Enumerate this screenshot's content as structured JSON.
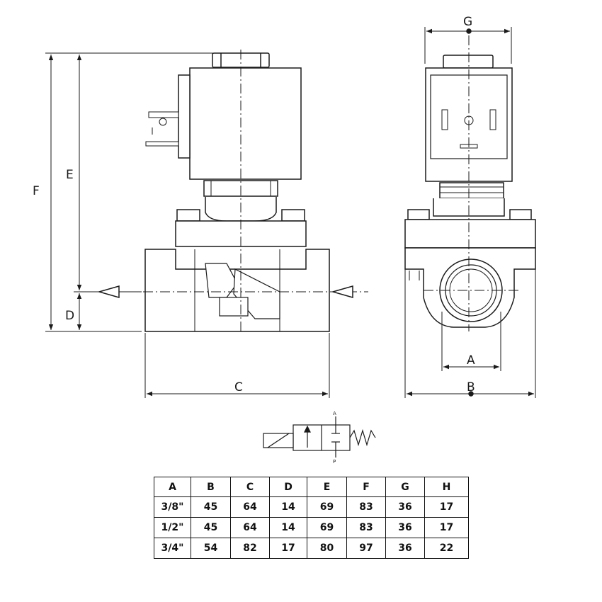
{
  "dimension_labels": {
    "front": {
      "E": "E",
      "F": "F",
      "D": "D",
      "C": "C"
    },
    "side": {
      "G": "G",
      "A": "A",
      "B": "B"
    }
  },
  "symbol": {
    "port_top": "A",
    "port_bottom": "P"
  },
  "table": {
    "headers": [
      "A",
      "B",
      "C",
      "D",
      "E",
      "F",
      "G",
      "H"
    ],
    "rows": [
      [
        "3/8\"",
        "45",
        "64",
        "14",
        "69",
        "83",
        "36",
        "17"
      ],
      [
        "1/2\"",
        "45",
        "64",
        "14",
        "69",
        "83",
        "36",
        "17"
      ],
      [
        "3/4\"",
        "54",
        "82",
        "17",
        "80",
        "97",
        "36",
        "22"
      ]
    ]
  },
  "colors": {
    "ink": "#1a1a1a",
    "fill": "#ffffff"
  }
}
